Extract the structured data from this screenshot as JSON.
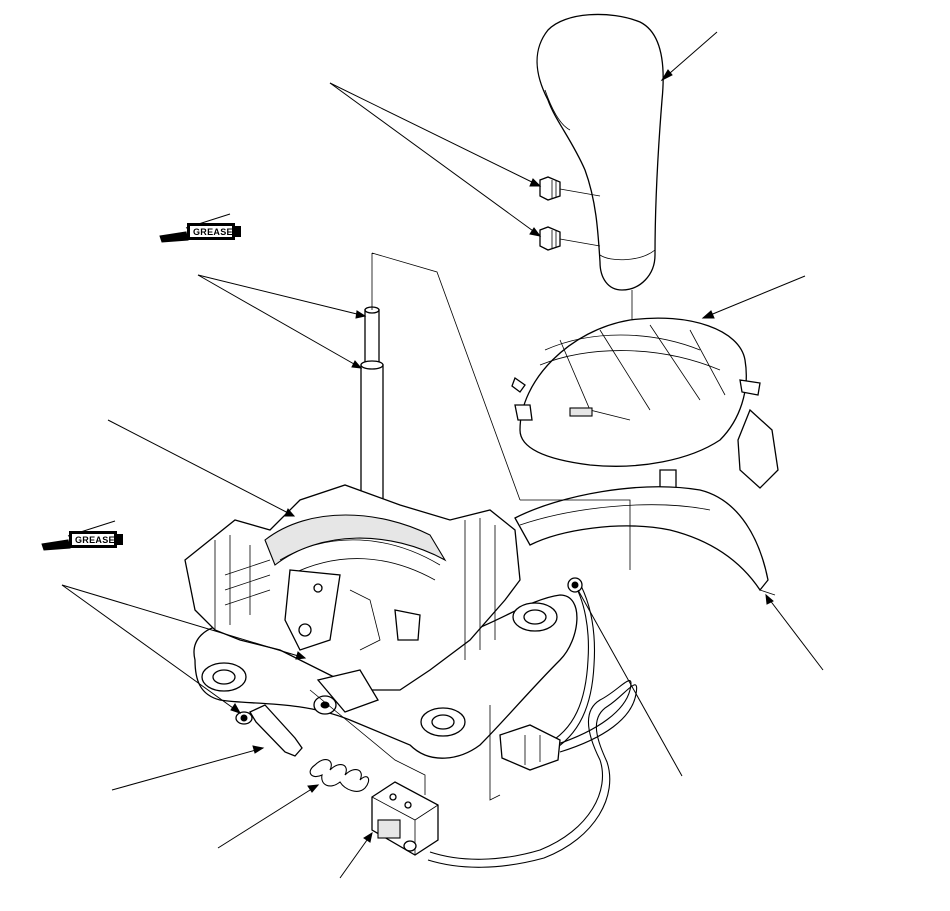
{
  "symbols": {
    "grease_upper": {
      "icon": "grease-gun-icon",
      "label": "GREASE"
    },
    "grease_lower": {
      "icon": "grease-gun-icon",
      "label": "GREASE"
    }
  },
  "parts": [
    "shift-knob",
    "knob-screw",
    "knob-screw",
    "shift-lever-rod",
    "shift-lever-pipe",
    "indicator-cover",
    "shift-lever-bracket",
    "trim-panel",
    "shift-lock-solenoid",
    "detent-pin",
    "detent-spring",
    "connector",
    "wire-harness",
    "harness-clip",
    "mounting-bolt-hole"
  ]
}
